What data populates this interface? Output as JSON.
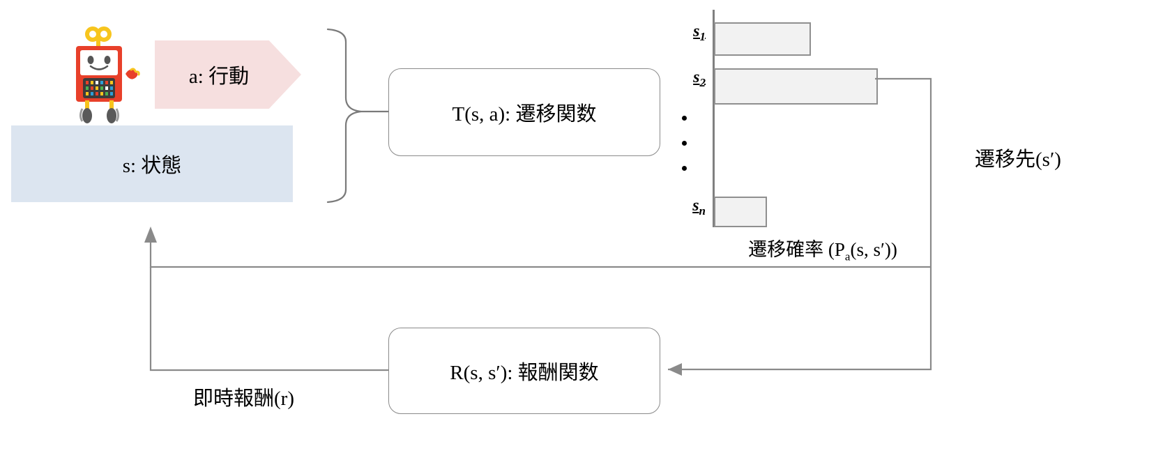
{
  "diagram": {
    "title": "MDP transition and reward diagram",
    "agent_icon": "robot-icon",
    "action": {
      "label": "a: 行動",
      "color": "#f6dfdf"
    },
    "state": {
      "label": "s: 状態",
      "color": "#dce5f0"
    },
    "transition_function": {
      "label": "T(s, a): 遷移関数"
    },
    "reward_function": {
      "label": "R(s, s′): 報酬関数"
    },
    "next_state_label": "遷移先(s′)",
    "immediate_reward_label": "即時報酬(r)",
    "brace_icon": "curly-brace-icon",
    "arrow_up_icon": "arrow-up-icon",
    "arrow_left_icon": "arrow-left-icon"
  },
  "chart_data": {
    "type": "bar",
    "orientation": "horizontal",
    "title": "",
    "xlabel": "遷移確率 (Pa(s, s′))",
    "xlabel_parts": {
      "pre": "遷移確率 (P",
      "sub": "a",
      "post": "(s, s′))"
    },
    "ylabel": "",
    "categories": [
      "s1",
      "s2",
      "⋅",
      "⋅",
      "⋅",
      "sn"
    ],
    "category_parts": [
      {
        "base": "s",
        "sub": "1"
      },
      {
        "base": "s",
        "sub": "2"
      },
      {
        "base": "",
        "sub": ""
      },
      {
        "base": "",
        "sub": ""
      },
      {
        "base": "",
        "sub": ""
      },
      {
        "base": "s",
        "sub": "n"
      }
    ],
    "values": [
      0.42,
      0.73,
      null,
      null,
      null,
      0.22
    ],
    "xlim": [
      0,
      1
    ],
    "grid": false,
    "legend": null,
    "bar_fill": "#f2f2f2",
    "bar_stroke": "#8f8f8f",
    "axis_color": "#808080"
  },
  "colors": {
    "action_fill": "#f6dfdf",
    "state_fill": "#dce5f0",
    "box_stroke": "#8a8a8a",
    "line": "#808080",
    "robot_red": "#e8402a",
    "robot_yellow": "#f7c51e",
    "robot_gray": "#595959"
  }
}
